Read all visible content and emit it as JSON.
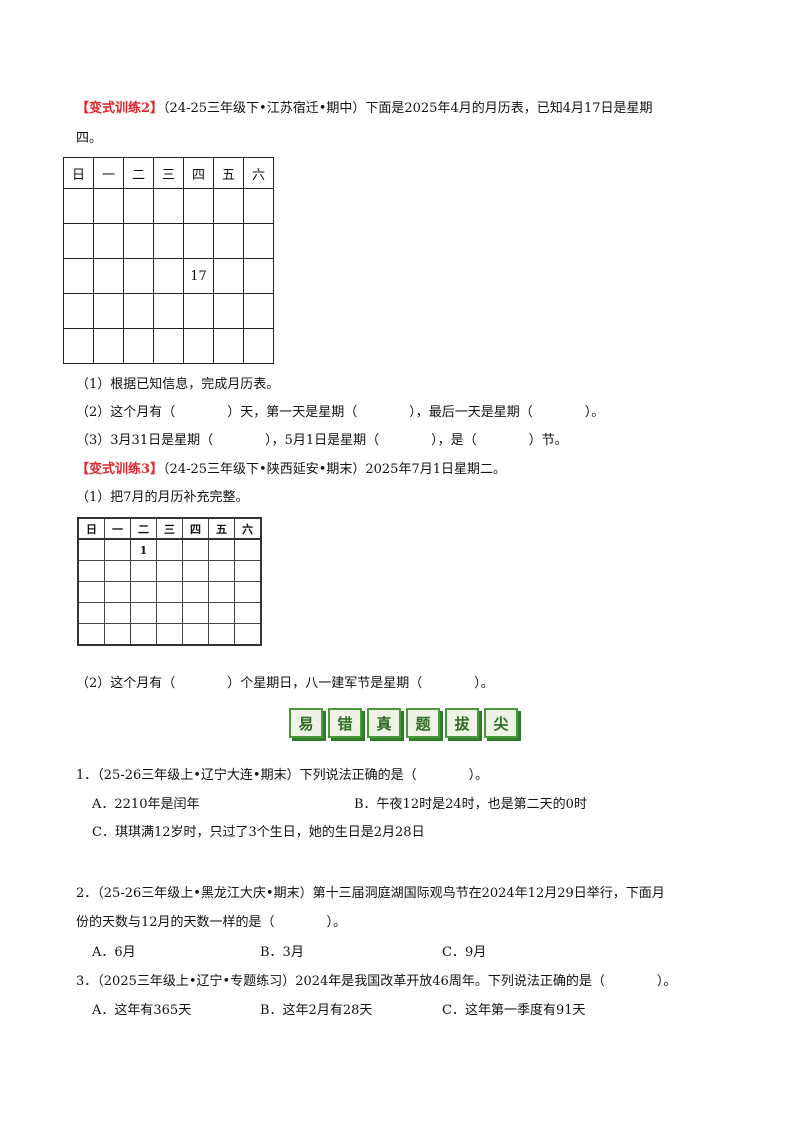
{
  "q_variant2": {
    "tag": "【变式训练2】",
    "text_line1": "（24-25三年级下•江苏宿迁•期中）下面是2025年4月的月历表，已知4月17日是星期",
    "text_line2": "四。",
    "weekdays": [
      "日",
      "一",
      "二",
      "三",
      "四",
      "五",
      "六"
    ],
    "known_day": "17",
    "sub1": "（1）根据已知信息，完成月历表。",
    "sub2": "（2）这个月有（　　　　）天，第一天是星期（　　　　），最后一天是星期（　　　　）。",
    "sub3": "（3）3月31日是星期（　　　　），5月1日是星期（　　　　），是（　　　　）节。"
  },
  "q_variant3": {
    "tag": "【变式训练3】",
    "text": "（24-25三年级下•陕西延安•期末）2025年7月1日星期二。",
    "sub1": "（1）把7月的月历补充完整。",
    "weekdays": [
      "日",
      "一",
      "二",
      "三",
      "四",
      "五",
      "六"
    ],
    "known_day": "1",
    "sub2": "（2）这个月有（　　　　）个星期日，八一建军节是星期（　　　　）。"
  },
  "banner": [
    "易",
    "错",
    "真",
    "题",
    "拔",
    "尖"
  ],
  "q1": {
    "stem": "1．（25-26三年级上•辽宁大连•期末）下列说法正确的是（　　　　）。",
    "opt_a": "A．2210年是闰年",
    "opt_b": "B．午夜12时是24时，也是第二天的0时",
    "opt_c": "C．琪琪满12岁时，只过了3个生日，她的生日是2月28日"
  },
  "q2": {
    "stem_line1": "2．（25-26三年级上•黑龙江大庆•期末）第十三届洞庭湖国际观鸟节在2024年12月29日举行，下面月",
    "stem_line2": "份的天数与12月的天数一样的是（　　　　）。",
    "opt_a": "A．6月",
    "opt_b": "B．3月",
    "opt_c": "C．9月"
  },
  "q3": {
    "stem": "3．（2025三年级上•辽宁•专题练习）2024年是我国改革开放46周年。下列说法正确的是（　　　　）。",
    "opt_a": "A．这年有365天",
    "opt_b": "B．这年2月有28天",
    "opt_c": "C．这年第一季度有91天"
  }
}
